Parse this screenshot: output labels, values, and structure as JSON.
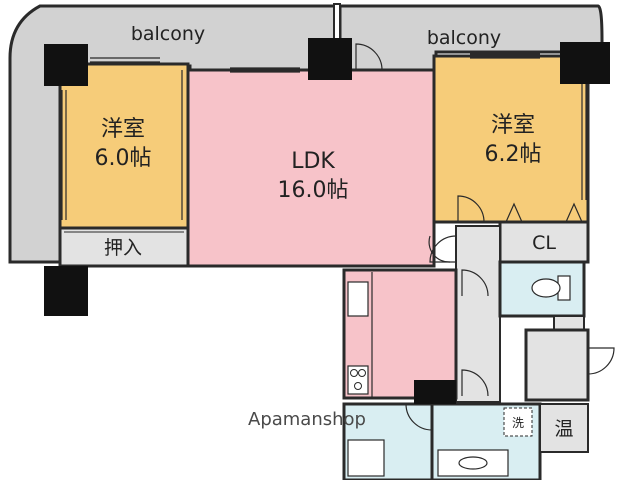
{
  "colors": {
    "wall": "#2a2a2a",
    "balcony": "#d2d2d2",
    "ldk": "#f7c3c9",
    "western_room": "#f6cc79",
    "kitchen": "#f7c3c9",
    "wet_area": "#d9eef2",
    "service": "#e3e3e3"
  },
  "labels": {
    "balcony_left": "balcony",
    "balcony_right": "balcony",
    "room_left_name": "洋室",
    "room_left_size": "6.0帖",
    "closet_left": "押入",
    "ldk_name": "LDK",
    "ldk_size": "16.0帖",
    "room_right_name": "洋室",
    "room_right_size": "6.2帖",
    "closet_right": "CL",
    "laundry": "洗",
    "water_heater": "温",
    "watermark": "Apamanshop"
  },
  "icons": [
    "door-swing-icon",
    "toilet-icon",
    "stove-icon",
    "sink-icon",
    "washbasin-icon",
    "pillar-icon"
  ]
}
